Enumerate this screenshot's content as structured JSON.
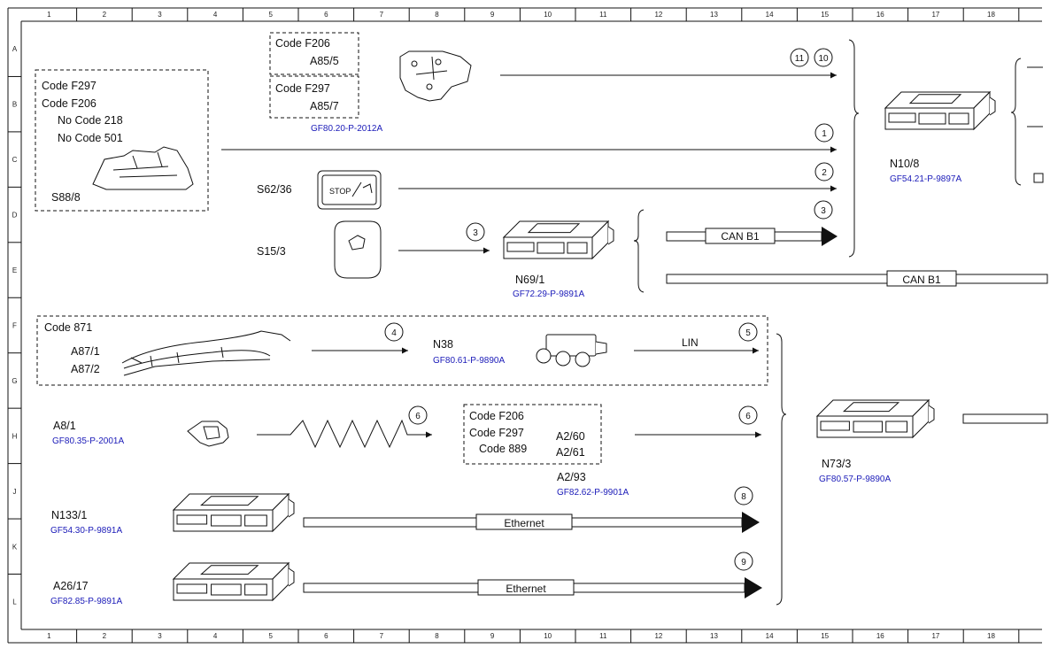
{
  "columns": [
    "1",
    "2",
    "3",
    "4",
    "5",
    "6",
    "7",
    "8",
    "9",
    "10",
    "11",
    "12",
    "13",
    "14",
    "15",
    "16",
    "17",
    "18"
  ],
  "rows": [
    "A",
    "B",
    "C",
    "D",
    "E",
    "F",
    "G",
    "H",
    "J",
    "K",
    "L"
  ],
  "blocks": {
    "s88": {
      "codes": [
        "Code F297",
        "Code F206",
        "No Code 218",
        "No Code 501"
      ],
      "label": "S88/8"
    },
    "a85_5": {
      "code": "Code F206",
      "label": "A85/5"
    },
    "a85_7": {
      "code": "Code F297",
      "label": "A85/7",
      "ref": "GF80.20-P-2012A"
    },
    "s62": {
      "label": "S62/36",
      "button_text": "STOP"
    },
    "s15": {
      "label": "S15/3"
    },
    "n69": {
      "label": "N69/1",
      "ref": "GF72.29-P-9891A"
    },
    "n10": {
      "label": "N10/8",
      "ref": "GF54.21-P-9897A"
    },
    "code871": {
      "code": "Code 871",
      "labels": [
        "A87/1",
        "A87/2"
      ]
    },
    "n38": {
      "label": "N38",
      "ref": "GF80.61-P-9890A"
    },
    "a8": {
      "label": "A8/1",
      "ref": "GF80.35-P-2001A"
    },
    "a2": {
      "codes": [
        "Code F206",
        "Code F297",
        "Code 889"
      ],
      "labels": [
        "A2/60",
        "A2/61"
      ],
      "label": "A2/93",
      "ref": "GF82.62-P-9901A"
    },
    "n73": {
      "label": "N73/3",
      "ref": "GF80.57-P-9890A"
    },
    "n133": {
      "label": "N133/1",
      "ref": "GF54.30-P-9891A"
    },
    "a26": {
      "label": "A26/17",
      "ref": "GF82.85-P-9891A"
    }
  },
  "buses": {
    "can": "CAN B1",
    "lin": "LIN",
    "ethernet": "Ethernet"
  },
  "signals": [
    "11",
    "10",
    "1",
    "2",
    "3",
    "3",
    "4",
    "5",
    "6",
    "6",
    "8",
    "9"
  ],
  "colors": {
    "line": "#111111",
    "reference": "#1a1ab8"
  }
}
